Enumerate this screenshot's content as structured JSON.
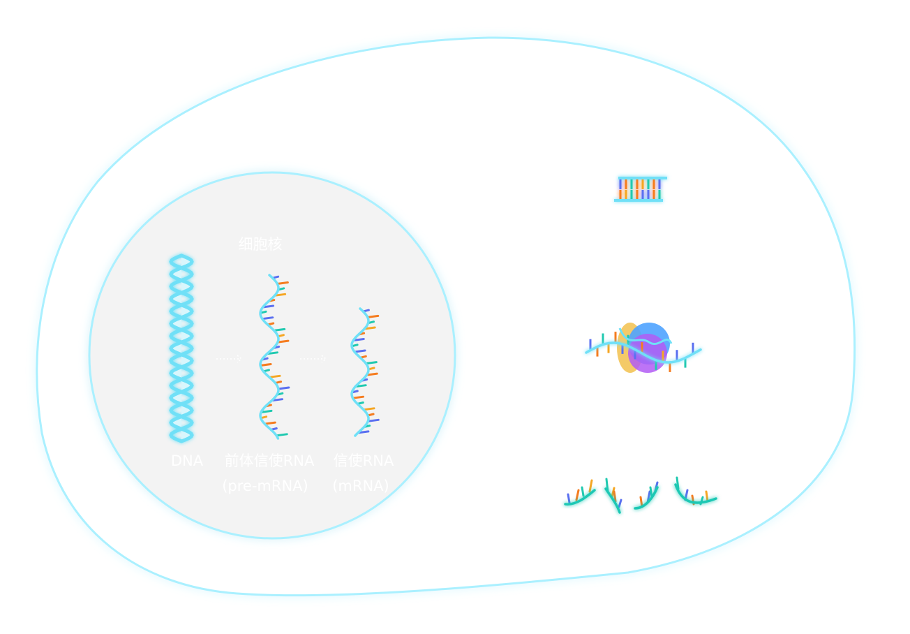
{
  "nucleus": {
    "label": "细胞核"
  },
  "molecules": {
    "dna": {
      "label": "DNA"
    },
    "pre_mrna": {
      "label_line1": "前体信使RNA",
      "label_line2": "(pre-mRNA)"
    },
    "mrna": {
      "label_line1": "信使RNA",
      "label_line2": "(mRNA)"
    }
  },
  "colors": {
    "membrane": "#aaf0ff",
    "nucleus_fill": "#f3f3f3",
    "strand": "#6fe0f7",
    "base_orange": "#f57c1f",
    "base_blue": "#5a6ff0",
    "base_teal": "#20c9b0",
    "base_yellow": "#f5a623",
    "ribosome_large": "#4fa3ff",
    "ribosome_small": "#f2c14e",
    "ribosome_purple": "#b15cf5"
  },
  "icons": [
    "dna-helix-icon",
    "pre-mrna-icon",
    "mrna-icon",
    "trna-ladder-icon",
    "ribosome-icon",
    "protein-chain-icon"
  ]
}
